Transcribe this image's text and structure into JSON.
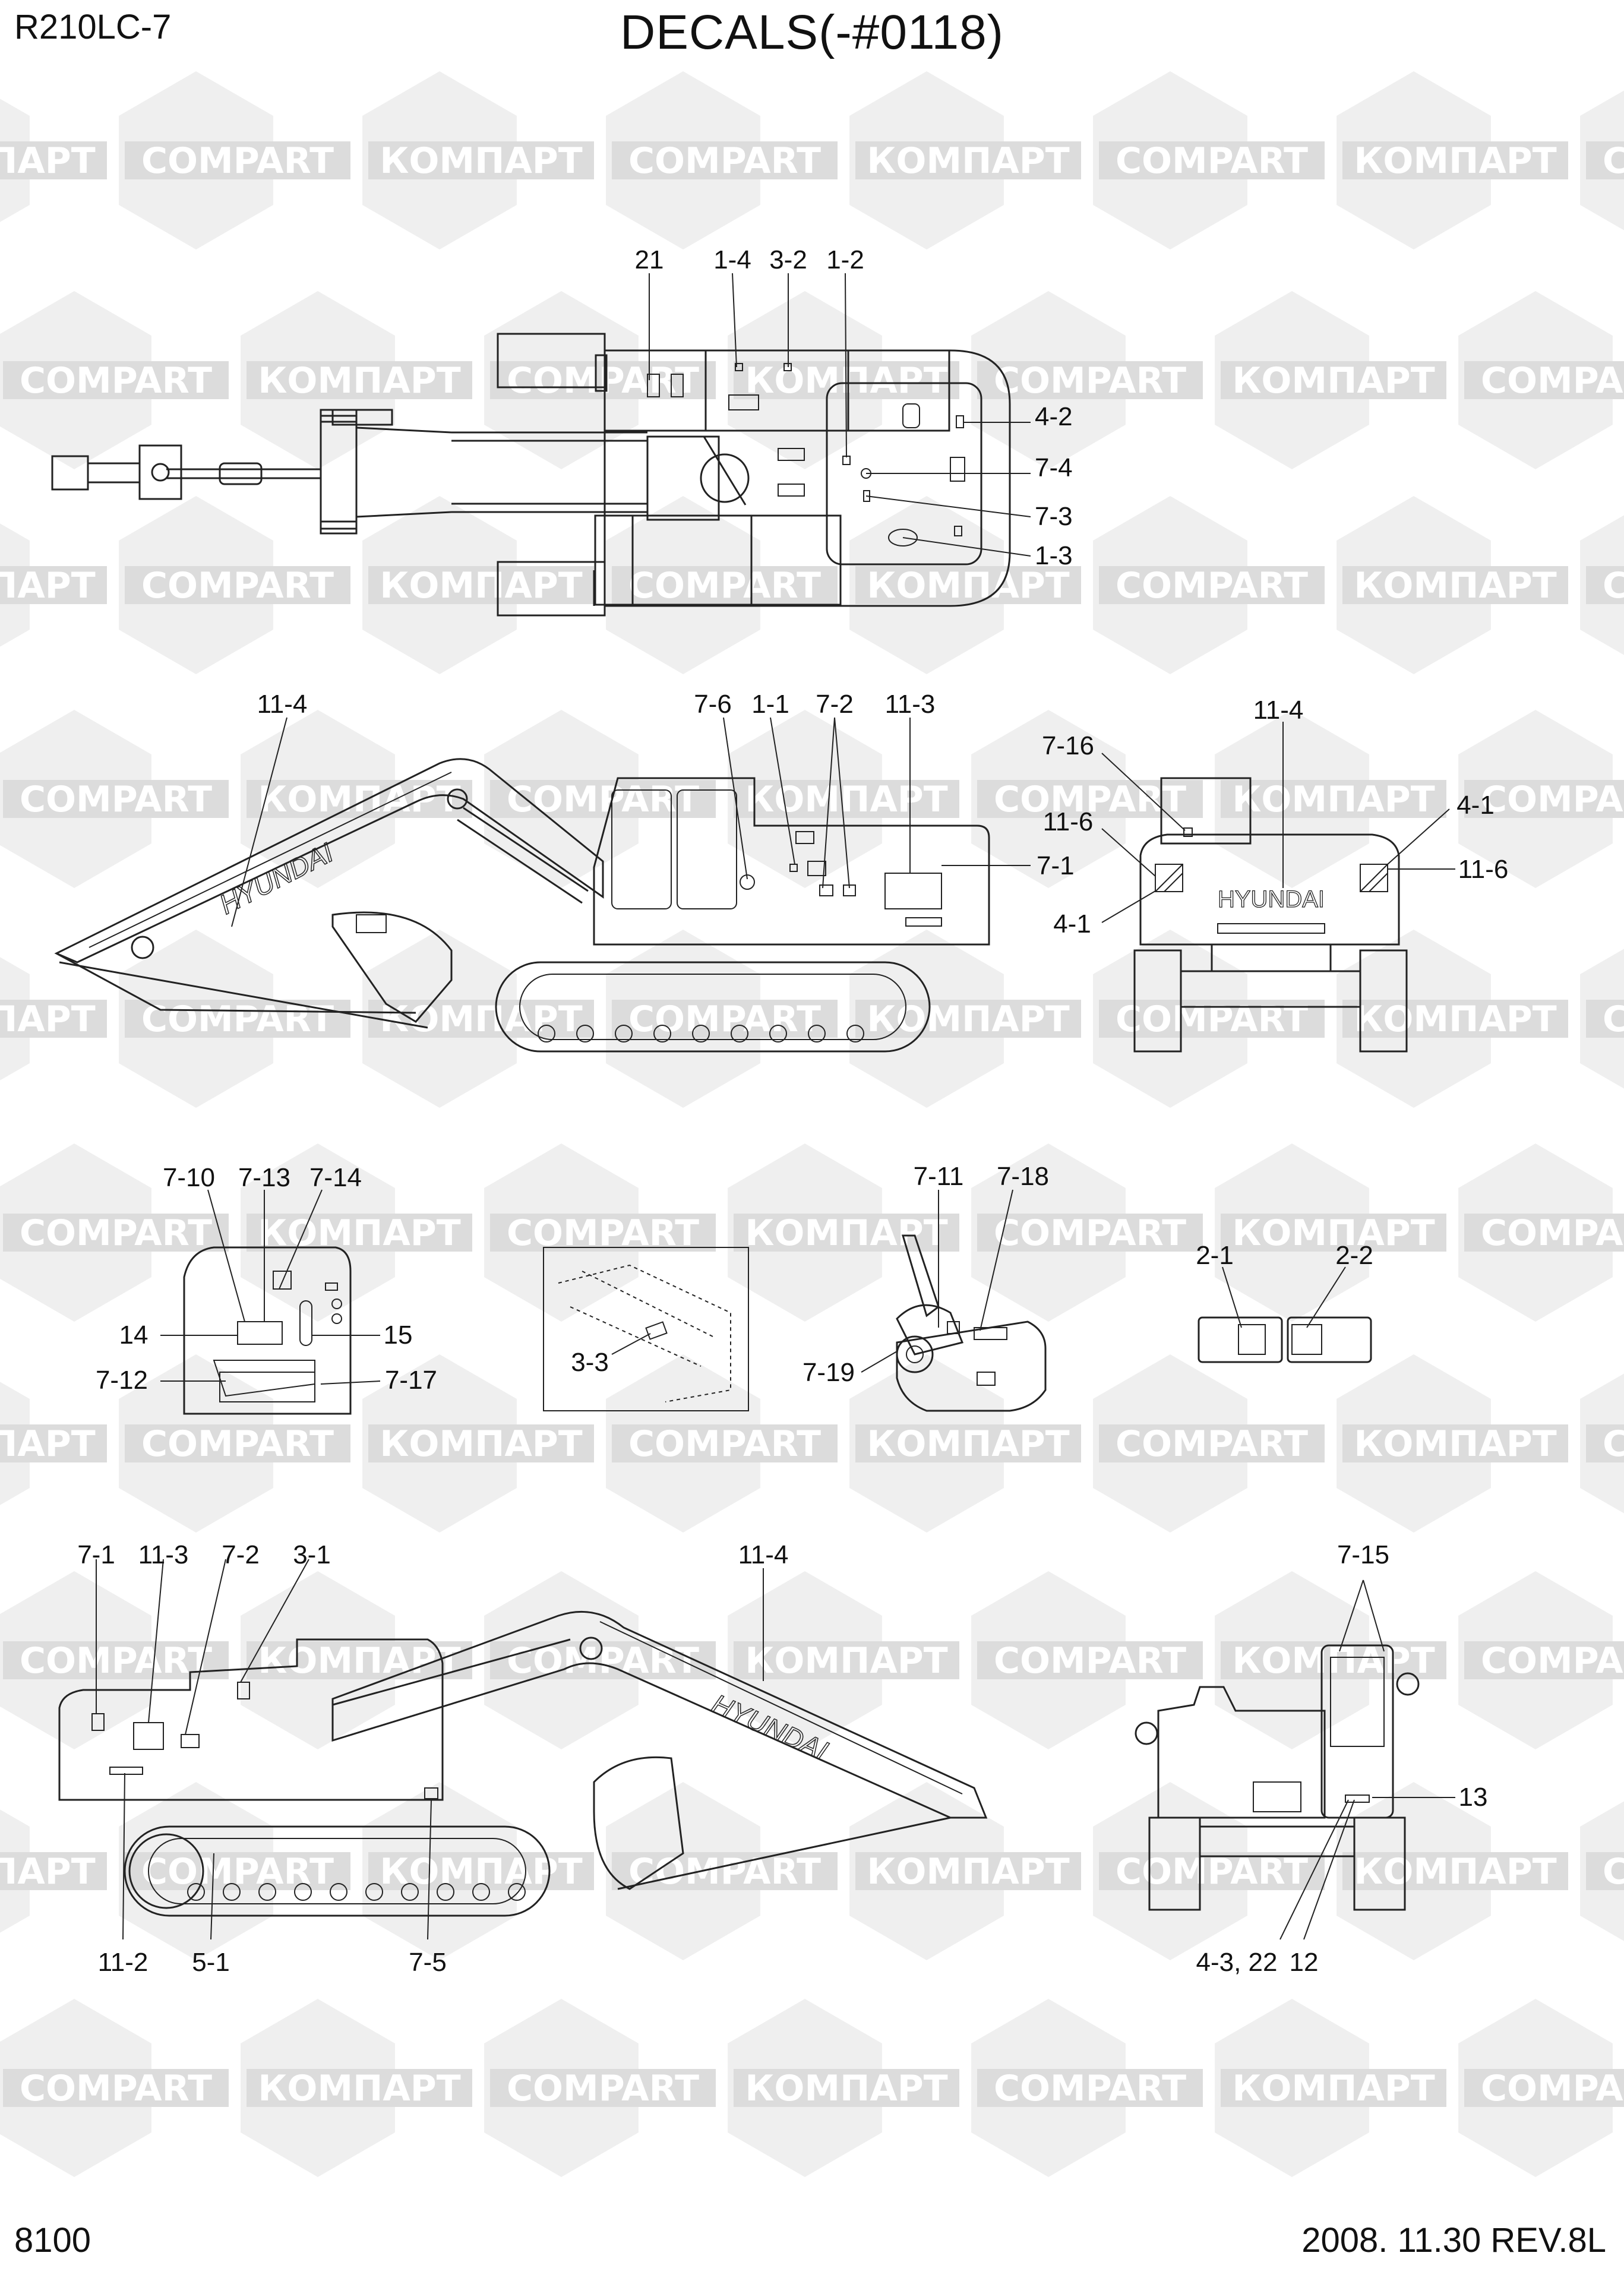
{
  "header": {
    "model": "R210LC-7",
    "title": "DECALS(-#0118)"
  },
  "footer": {
    "page_number": "8100",
    "date_revision": "2008. 11.30  REV.8L"
  },
  "watermark": {
    "words": [
      "КОМПАРТ",
      "COMPART"
    ]
  },
  "brand_text": "HYUNDAI",
  "views": {
    "top_view": {
      "callouts": [
        "21",
        "1-4",
        "3-2",
        "1-2",
        "4-2",
        "7-4",
        "7-3",
        "1-3"
      ]
    },
    "left_side_view": {
      "callouts": [
        "11-4",
        "7-6",
        "1-1",
        "7-2",
        "11-3",
        "7-1"
      ]
    },
    "rear_view": {
      "callouts": [
        "11-4",
        "7-16",
        "11-6",
        "4-1",
        "4-1",
        "11-6"
      ]
    },
    "cab_interior": {
      "callouts": [
        "7-10",
        "7-13",
        "7-14",
        "14",
        "15",
        "7-12",
        "7-17"
      ]
    },
    "detail_3_3": {
      "callouts": [
        "3-3"
      ]
    },
    "joystick": {
      "callouts": [
        "7-11",
        "7-18",
        "7-19"
      ]
    },
    "decal_pair": {
      "callouts": [
        "2-1",
        "2-2"
      ]
    },
    "right_side_view": {
      "callouts": [
        "7-1",
        "11-3",
        "7-2",
        "3-1",
        "11-4",
        "11-2",
        "5-1",
        "7-5"
      ]
    },
    "front_view": {
      "callouts": [
        "7-15",
        "13",
        "4-3, 22",
        "12"
      ]
    }
  }
}
